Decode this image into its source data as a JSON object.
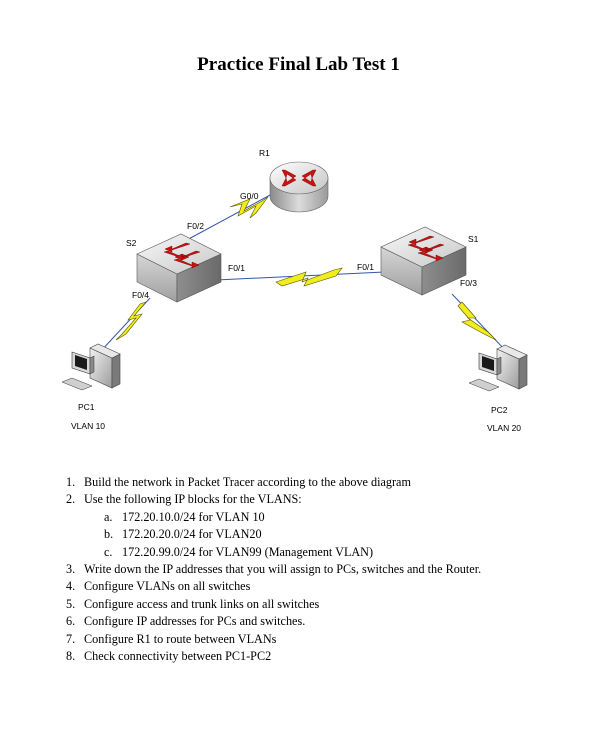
{
  "document": {
    "title": "Practice Final Lab Test 1"
  },
  "diagram": {
    "router": {
      "name": "R1",
      "port": "G0/0"
    },
    "switch_s2": {
      "name": "S2",
      "ports": [
        "F0/2",
        "F0/1",
        "F0/4"
      ]
    },
    "switch_s1": {
      "name": "S1",
      "ports": [
        "F0/1",
        "F0/3"
      ]
    },
    "pc1": {
      "name": "PC1",
      "vlan": "VLAN 10"
    },
    "pc2": {
      "name": "PC2",
      "vlan": "VLAN 20"
    },
    "icons": [
      "router-icon",
      "switch-icon",
      "pc-icon",
      "serial-link-icon"
    ]
  },
  "tasks": [
    {
      "num": "1.",
      "text": "Build the network in Packet Tracer according to the above diagram"
    },
    {
      "num": "2.",
      "text": "Use the following IP blocks for the VLANS:",
      "sub": [
        {
          "num": "a.",
          "text": "172.20.10.0/24 for VLAN 10"
        },
        {
          "num": "b.",
          "text": "172.20.20.0/24 for VLAN20"
        },
        {
          "num": "c.",
          "text": "172.20.99.0/24 for VLAN99 (Management VLAN)"
        }
      ]
    },
    {
      "num": "3.",
      "text": "Write down the IP addresses that you will assign to PCs, switches and the Router."
    },
    {
      "num": "4.",
      "text": "Configure VLANs on all switches"
    },
    {
      "num": "5.",
      "text": "Configure access and trunk links on all switches"
    },
    {
      "num": "6.",
      "text": "Configure IP addresses for PCs and switches."
    },
    {
      "num": "7.",
      "text": "Configure R1 to route between VLANs"
    },
    {
      "num": "8.",
      "text": "Check connectivity between PC1-PC2"
    }
  ]
}
